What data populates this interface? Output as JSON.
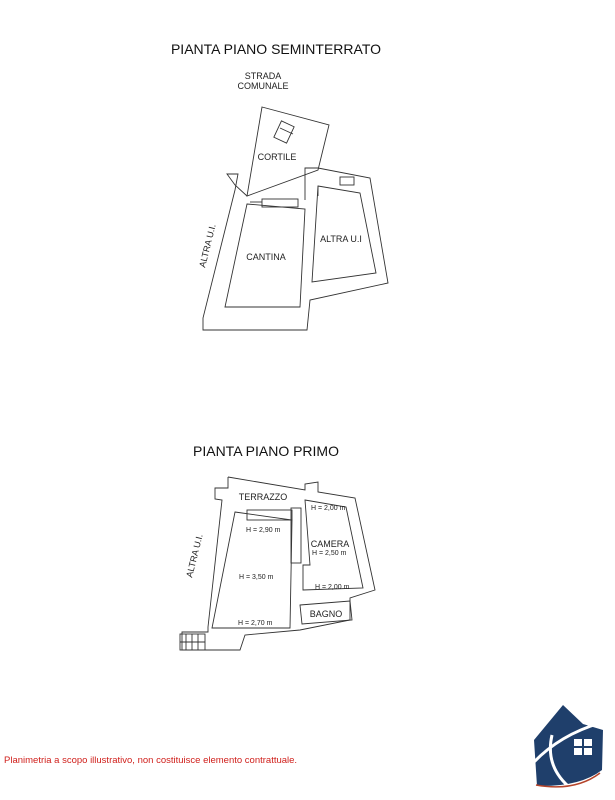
{
  "basement": {
    "title": "PIANTA PIANO SEMINTERRATO",
    "street_line1": "STRADA",
    "street_line2": "COMUNALE",
    "rooms": {
      "cortile": "CORTILE",
      "cantina": "CANTINA",
      "altra_ui_right": "ALTRA U.I",
      "altra_ui_left": "ALTRA U.I."
    }
  },
  "first_floor": {
    "title": "PIANTA PIANO PRIMO",
    "rooms": {
      "terrazzo": "TERRAZZO",
      "camera": "CAMERA",
      "bagno": "BAGNO",
      "altra_ui_left": "ALTRA U.I."
    },
    "heights": {
      "camera_top": "H = 2,00 m",
      "terrazzo": "H = 2,90 m",
      "camera": "H = 2,50 m",
      "main": "H = 3,50 m",
      "bagno_top": "H = 2,00 m",
      "bottom": "H = 2,70 m"
    }
  },
  "footer": {
    "disclaimer": "Planimetria a scopo illustrativo, non costituisce elemento contrattuale."
  },
  "colors": {
    "logo": "#1f3f6b",
    "logo_accent": "#b5442a",
    "disclaimer": "#d0201c"
  }
}
